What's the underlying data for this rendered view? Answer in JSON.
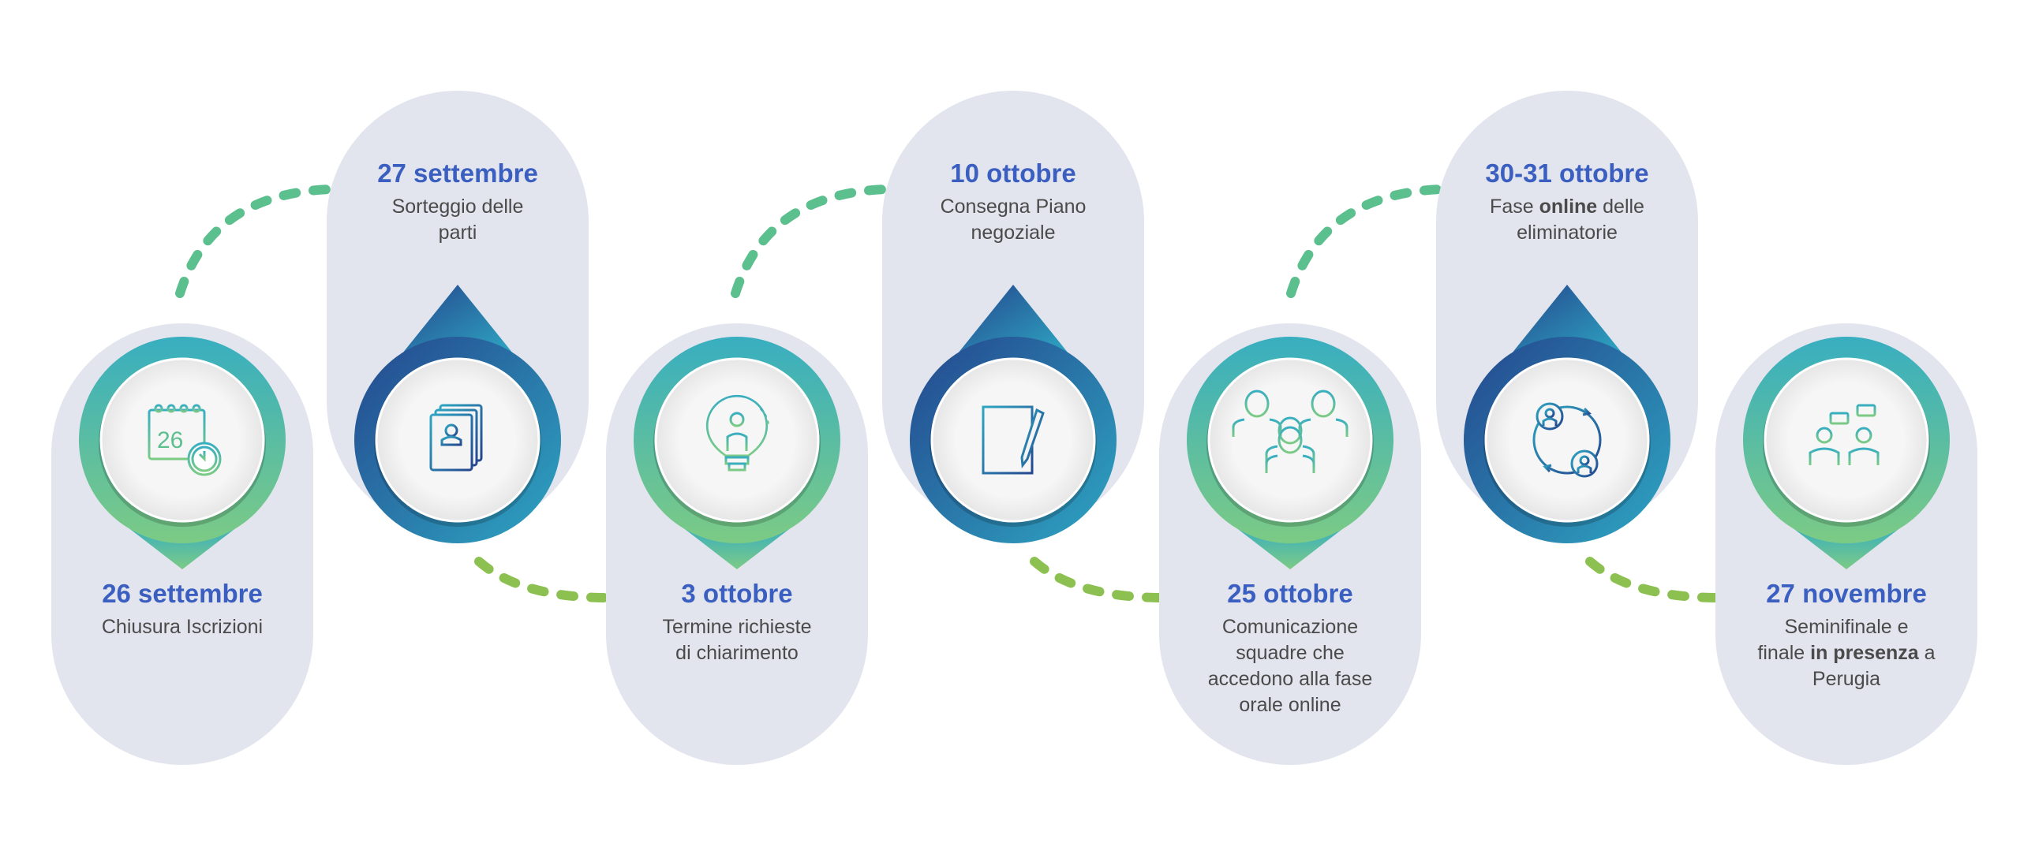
{
  "colors": {
    "pill": "#e2e5ed",
    "date": "#3a5fc0",
    "text": "#4a4a4a",
    "arc_top": "#5cbf8e",
    "arc_bottom": "#8cc152",
    "green_pin": [
      "#38aec0",
      "#7ccb85"
    ],
    "blue_pin": [
      "#24468e",
      "#2ea6c2"
    ]
  },
  "milestones": [
    {
      "date": "26 settembre",
      "desc": [
        [
          {
            "t": "Chiusura Iscrizioni"
          }
        ]
      ],
      "icon": "calendar-clock-icon",
      "style": "green",
      "position": "bottom"
    },
    {
      "date": "27 settembre",
      "desc": [
        [
          {
            "t": "Sorteggio delle"
          }
        ],
        [
          {
            "t": "parti"
          }
        ]
      ],
      "icon": "documents-profile-icon",
      "style": "blue",
      "position": "top"
    },
    {
      "date": "3 ottobre",
      "desc": [
        [
          {
            "t": "Termine richieste"
          }
        ],
        [
          {
            "t": "di chiarimento"
          }
        ]
      ],
      "icon": "lightbulb-person-icon",
      "style": "green",
      "position": "bottom"
    },
    {
      "date": "10 ottobre",
      "desc": [
        [
          {
            "t": "Consegna Piano"
          }
        ],
        [
          {
            "t": "negoziale"
          }
        ]
      ],
      "icon": "document-pen-icon",
      "style": "blue",
      "position": "top"
    },
    {
      "date": "25 ottobre",
      "desc": [
        [
          {
            "t": "Comunicazione"
          }
        ],
        [
          {
            "t": "squadre che"
          }
        ],
        [
          {
            "t": "accedono alla fase"
          }
        ],
        [
          {
            "t": "orale online"
          }
        ]
      ],
      "icon": "team-icon",
      "style": "green",
      "position": "bottom"
    },
    {
      "date": "30-31 ottobre",
      "desc": [
        [
          {
            "t": "Fase "
          },
          {
            "t": "online",
            "b": true
          },
          {
            "t": " delle"
          }
        ],
        [
          {
            "t": "eliminatorie"
          }
        ]
      ],
      "icon": "exchange-users-icon",
      "style": "blue",
      "position": "top"
    },
    {
      "date": "27 novembre",
      "desc": [
        [
          {
            "t": "Seminifinale e"
          }
        ],
        [
          {
            "t": "finale "
          },
          {
            "t": "in presenza",
            "b": true
          },
          {
            "t": " a"
          }
        ],
        [
          {
            "t": "Perugia"
          }
        ]
      ],
      "icon": "meeting-chat-icon",
      "style": "green",
      "position": "bottom"
    }
  ]
}
